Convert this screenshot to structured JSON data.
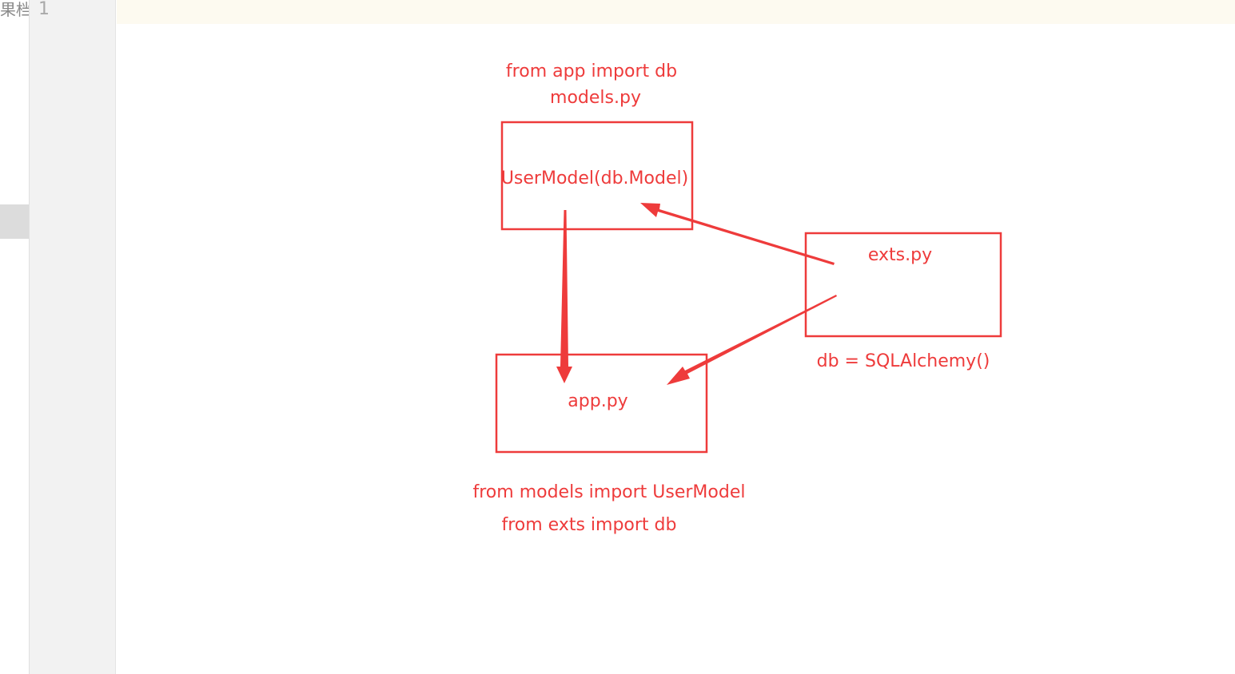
{
  "editor": {
    "left_strip_text": "果档",
    "line_number": "1"
  },
  "diagram": {
    "color": "#ee3b3b",
    "models": {
      "import_text": "from app import db",
      "file_label": "models.py",
      "class_text": "UserModel(db.Model)"
    },
    "exts": {
      "file_label": "exts.py",
      "code_text": "db = SQLAlchemy()"
    },
    "app": {
      "file_label": "app.py",
      "import_models_text": "from models import UserModel",
      "import_exts_text": "from exts import db"
    }
  }
}
